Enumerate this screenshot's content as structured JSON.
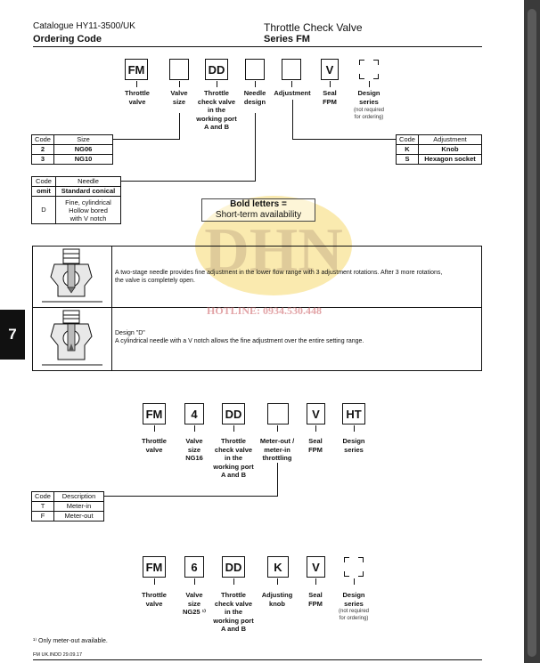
{
  "header": {
    "catalogue": "Catalogue HY11-3500/UK",
    "section": "Ordering Code",
    "product": "Throttle Check Valve",
    "series": "Series FM"
  },
  "section_tab": "7",
  "code1": {
    "boxes": [
      "FM",
      "",
      "DD",
      "",
      "",
      "V",
      ""
    ],
    "labels": [
      [
        "Throttle",
        "valve"
      ],
      [
        "Valve",
        "size"
      ],
      [
        "Throttle",
        "check valve",
        "in the",
        "working port",
        "A and B"
      ],
      [
        "Needle",
        "design"
      ],
      [
        "Adjustment"
      ],
      [
        "Seal",
        "FPM"
      ],
      [
        "Design",
        "series"
      ]
    ],
    "design_note": [
      "(not required",
      "for ordering)"
    ],
    "size_table": {
      "headers": [
        "Code",
        "Size"
      ],
      "rows": [
        [
          "2",
          "NG06"
        ],
        [
          "3",
          "NG10"
        ]
      ]
    },
    "needle_table": {
      "headers": [
        "Code",
        "Needle"
      ],
      "rows": [
        [
          "omit",
          "Standard conical"
        ],
        [
          "D",
          "Fine, cylindrical Hollow bored with V notch"
        ]
      ],
      "row2_lines": [
        "Fine, cylindrical",
        "Hollow bored",
        "with V notch"
      ]
    },
    "adjust_table": {
      "headers": [
        "Code",
        "Adjustment"
      ],
      "rows": [
        [
          "K",
          "Knob"
        ],
        [
          "S",
          "Hexagon socket"
        ]
      ]
    }
  },
  "bold_note": [
    "Bold letters =",
    "Short-term availability"
  ],
  "watermark": {
    "hotline": "HOTLINE: 0934.530.448",
    "color": "#f2d36b"
  },
  "designs": [
    {
      "text": "A two-stage needle provides fine adjustment in the lower flow range with 3 adjustment rotations. After 3 more rotations, the valve is completely open.",
      "line1": "A two-stage needle provides fine adjustment in the lower flow range with 3 adjustment rotations. After 3 more rotations,",
      "line2": "the valve is completely open."
    },
    {
      "title": "Design \"D\"",
      "text": "A cylindrical needle with a V notch allows the fine adjustment over the entire setting range."
    }
  ],
  "code2": {
    "boxes": [
      "FM",
      "4",
      "DD",
      "",
      "V",
      "HT"
    ],
    "labels": [
      [
        "Throttle",
        "valve"
      ],
      [
        "Valve",
        "size",
        "NG16"
      ],
      [
        "Throttle",
        "check valve",
        "in the",
        "working port",
        "A and B"
      ],
      [
        "Meter-out /",
        "meter-in",
        "throttling"
      ],
      [
        "Seal",
        "FPM"
      ],
      [
        "Design",
        "series"
      ]
    ],
    "table": {
      "headers": [
        "Code",
        "Description"
      ],
      "rows": [
        [
          "T",
          "Meter-in"
        ],
        [
          "F",
          "Meter-out"
        ]
      ]
    }
  },
  "code3": {
    "boxes": [
      "FM",
      "6",
      "DD",
      "K",
      "V",
      ""
    ],
    "labels": [
      [
        "Throttle",
        "valve"
      ],
      [
        "Valve",
        "size",
        "NG25 ¹⁾"
      ],
      [
        "Throttle",
        "check valve",
        "in the",
        "working port",
        "A and B"
      ],
      [
        "Adjusting",
        "knob"
      ],
      [
        "Seal",
        "FPM"
      ],
      [
        "Design",
        "series"
      ]
    ],
    "design_note": [
      "(not required",
      "for ordering)"
    ]
  },
  "footnote": "¹⁾  Only meter-out available.",
  "footer_code": "FM UK.INDD 29.09.17"
}
